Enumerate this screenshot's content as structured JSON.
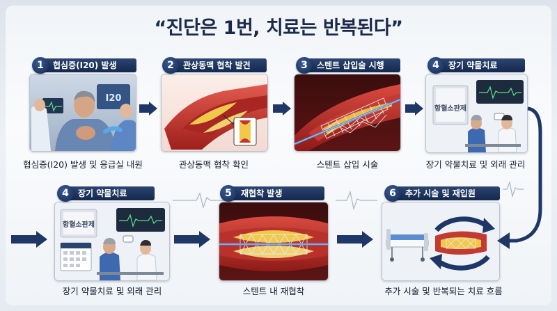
{
  "title": "“진단은 1번, 치료는 반복된다”",
  "colors": {
    "navy": "#15294f",
    "artery": "#c9312c",
    "plaque": "#f2c84b",
    "stent": "#d7dde6",
    "arrow": "#1f3766"
  },
  "steps": [
    {
      "number": "1",
      "label": "협심증(I20) 발생",
      "caption": "협심증(I20) 발생 및 응급실 내원",
      "screen_text": "I20"
    },
    {
      "number": "2",
      "label": "관상동맥 협착 발견",
      "caption": "관상동맥 협착 확인"
    },
    {
      "number": "3",
      "label": "스텐트 삽입술 시행",
      "caption": "스텐트 삽입 시술"
    },
    {
      "number": "4",
      "label": "장기 약물치료",
      "caption": "장기 약물치료 및 외래 관리",
      "pack_text": "항혈소판제"
    },
    {
      "number": "4",
      "label": "장기 약물치료",
      "caption": "장기 약물치료 및 외래 관리",
      "pack_text": "항혈소판제"
    },
    {
      "number": "5",
      "label": "재협착 발생",
      "caption": "스텐트 내 재협착"
    },
    {
      "number": "6",
      "label": "추가 시술 및 재입원",
      "caption": "추가 시술 및 반복되는 치료 흐름"
    }
  ],
  "icons": [
    "chevron-right-icon",
    "return-arrow-icon",
    "cycle-arrows-icon",
    "ecg-wave-icon"
  ]
}
